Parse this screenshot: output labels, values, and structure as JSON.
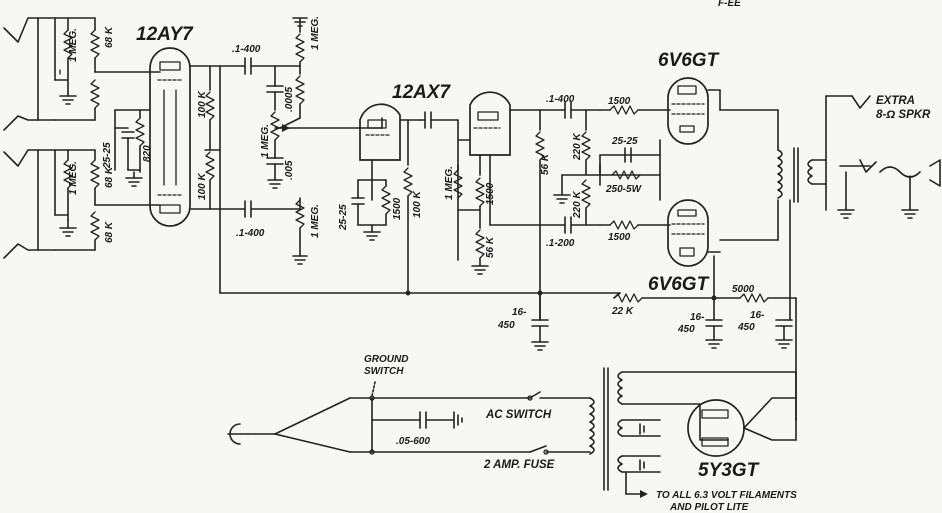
{
  "header": {
    "top_left_fragment": "",
    "top_right_fragment": "F-EE"
  },
  "tubes": {
    "v1": "12AY7",
    "v2": "12AX7",
    "v3": "6V6GT",
    "v4": "6V6GT",
    "rect": "5Y3GT"
  },
  "components": {
    "in_r1_a": "1 MEG.",
    "in_r1_b": "68 K",
    "in_r2_a": "1 MEG.",
    "in_r2_b": "68 K",
    "cath_cap": "25-25",
    "cath_res": "820",
    "plate_r1": "100 K",
    "plate_r2": "100 K",
    "cap_top": ".1-400",
    "cap_bot": ".1-400",
    "vol_pot_1": "1 MEG.",
    "vol_pot_2": "1 MEG.",
    "tone_cap_a": ".0005",
    "tone_pot": "1 MEG.",
    "tone_cap_b": ".005",
    "v2_cath_cap": "25-25",
    "v2_cath_res": "1500",
    "v2_plate_res": "100 K",
    "v2_grid_r": "1 MEG.",
    "v2_r1500": "1500",
    "v2_r56k": "56 K",
    "pi_r56k": "56 K",
    "pi_cap_top": ".1-400",
    "pi_cap_bot": ".1-200",
    "grid_r1": "220 K",
    "grid_r2": "220 K",
    "out_cath_cap": "25-25",
    "out_cath_res": "250-5W",
    "screen_r1": "1500",
    "screen_r2": "1500",
    "filter_r1": "22 K",
    "filter_r2": "5000",
    "filt_cap_1": "16-\n450",
    "filt_cap_2": "16-\n450",
    "filt_cap_3": "16-\n450"
  },
  "labels": {
    "extra_spkr_1": "EXTRA",
    "extra_spkr_2": "8-Ω SPKR",
    "ground_switch_1": "GROUND",
    "ground_switch_2": "SWITCH",
    "ac_switch": "AC SWITCH",
    "line_cap": ".05-600",
    "fuse": "2 AMP. FUSE",
    "filaments_1": "TO ALL 6.3 VOLT FILAMENTS",
    "filaments_2": "AND PILOT LITE"
  }
}
